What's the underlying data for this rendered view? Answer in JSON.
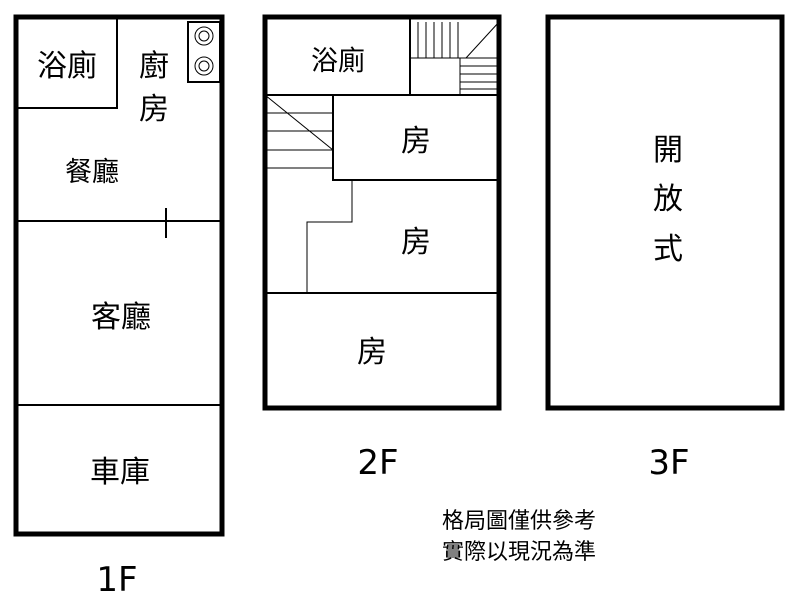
{
  "floor_1": {
    "label": "1F",
    "rooms": {
      "bathroom": "浴廁",
      "kitchen_1": "廚",
      "kitchen_2": "房",
      "dining": "餐廳",
      "living": "客廳",
      "garage": "車庫"
    }
  },
  "floor_2": {
    "label": "2F",
    "rooms": {
      "bathroom": "浴廁",
      "bedroom_1": "房",
      "bedroom_2": "房",
      "bedroom_3": "房"
    }
  },
  "floor_3": {
    "label": "3F",
    "rooms": {
      "open_1": "開",
      "open_2": "放",
      "open_3": "式"
    }
  },
  "note": {
    "line_1": "格局圖僅供參考",
    "line_2": "實際以現況為準"
  }
}
